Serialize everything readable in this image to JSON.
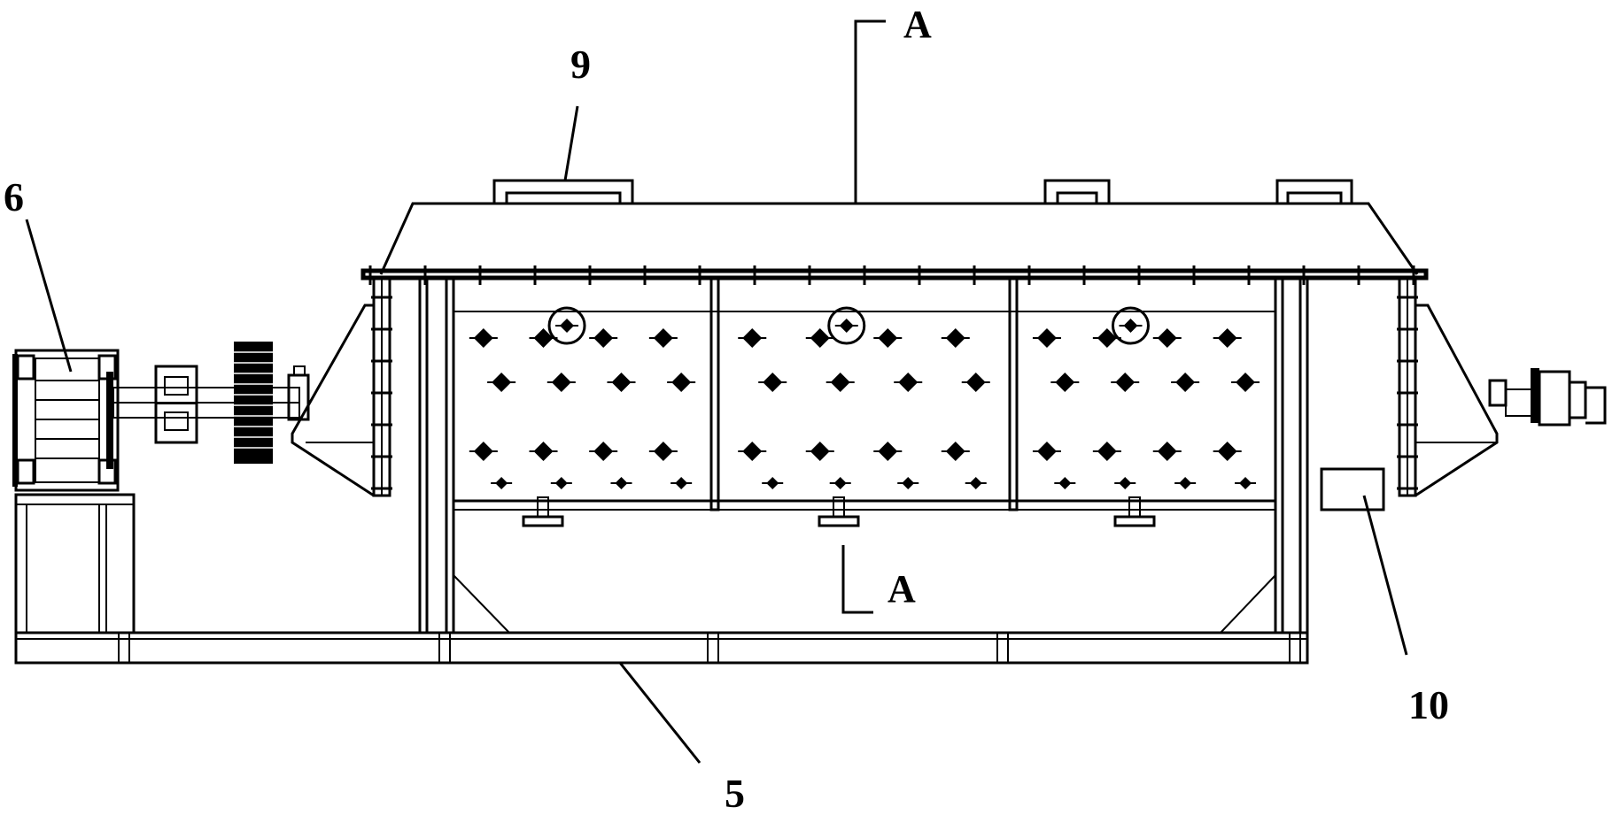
{
  "labels": {
    "section_top": "A",
    "section_bottom": "A",
    "feed_port": "9",
    "drive_unit": "6",
    "base_frame": "5",
    "outlet_box": "10"
  },
  "counts": {
    "rows_per_compartment": 4,
    "compartments": 3,
    "top_ports": 3,
    "support_feet": 3
  }
}
